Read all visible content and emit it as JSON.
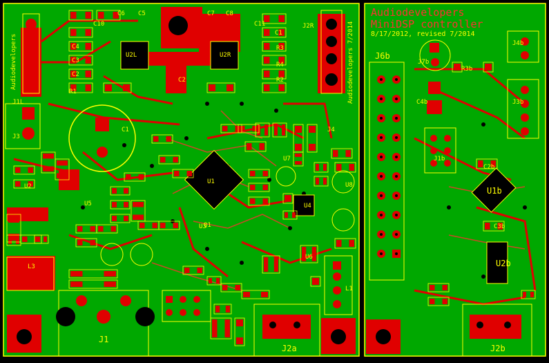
{
  "board_title": "Audiodevelopers",
  "board_subtitle": "MiniDSP controller",
  "board_date": "8/17/2012, revised 7/2014",
  "side_note_left": "Audiodevelopers",
  "side_note_right": "Audiodevelopers 7/2014",
  "labels": {
    "c6": "C6",
    "c5": "C5",
    "c7": "C7",
    "c8": "C8",
    "c10": "C10",
    "c11": "C11",
    "c4": "C4",
    "c3": "C3",
    "c2": "C2",
    "c1": "C1",
    "r1": "R1",
    "r2": "R2",
    "r3": "R3",
    "r4": "R4",
    "u2l": "U2L",
    "u2r": "U2R",
    "u1": "U1",
    "u2": "U2",
    "u3": "U3",
    "u4": "U4",
    "u5": "U5",
    "u6": "U6",
    "u8": "U8",
    "j1": "J1",
    "j2a": "J2a",
    "j2b": "J2b",
    "j3": "J3",
    "j4": "J4",
    "j1b": "J1b",
    "j3b": "J3b",
    "j4b": "J4b",
    "j6b": "J6b",
    "j7b": "J7b",
    "u1b": "U1b",
    "u2b": "U2b",
    "c4b": "C4b",
    "r3b": "R3b",
    "c3b": "C3b",
    "c2b": "C2b",
    "c1l": "C1",
    "l3": "L3",
    "q1": "Q1",
    "l1": "L1",
    "u7": "U7",
    "j2r": "J2R",
    "j1l": "J1L",
    "c2m": "C2"
  }
}
